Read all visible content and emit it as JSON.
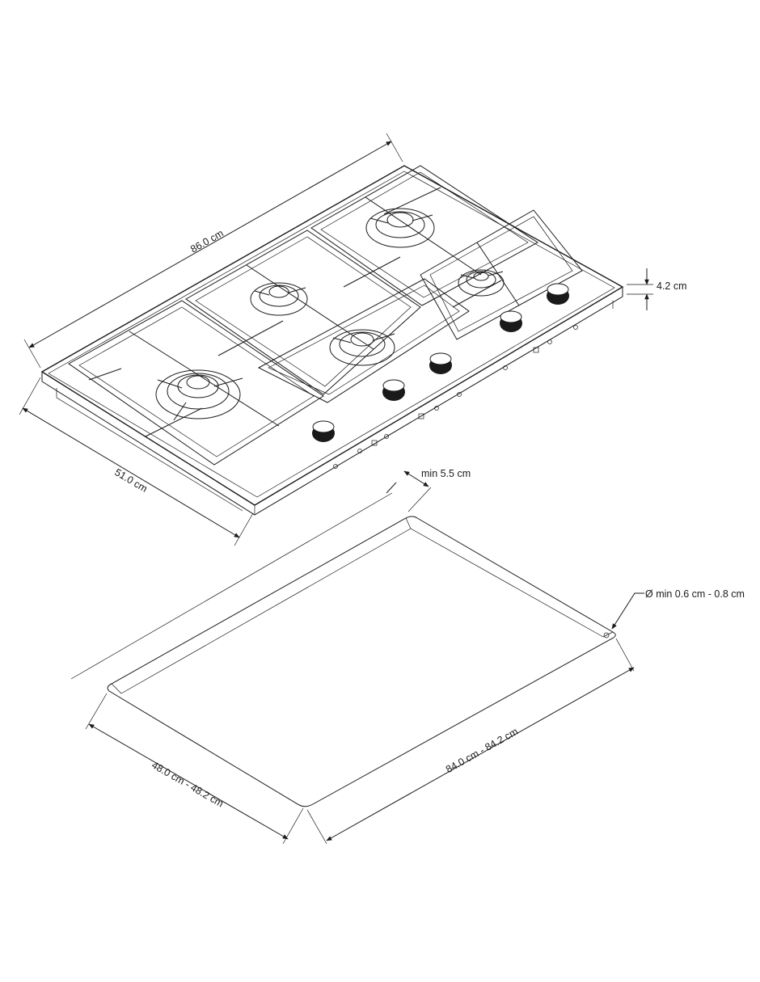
{
  "dimensions": {
    "width": "86.0 cm",
    "depth": "51.0 cm",
    "height": "4.2 cm",
    "min_clearance": "min 5.5 cm",
    "hole_diameter": "Ø min 0.6 cm - 0.8 cm",
    "cutout_depth": "48.0 cm - 48.2 cm",
    "cutout_width": "84.0 cm - 84.2 cm"
  },
  "hob": {
    "burners": 5,
    "control_knobs": 5
  }
}
